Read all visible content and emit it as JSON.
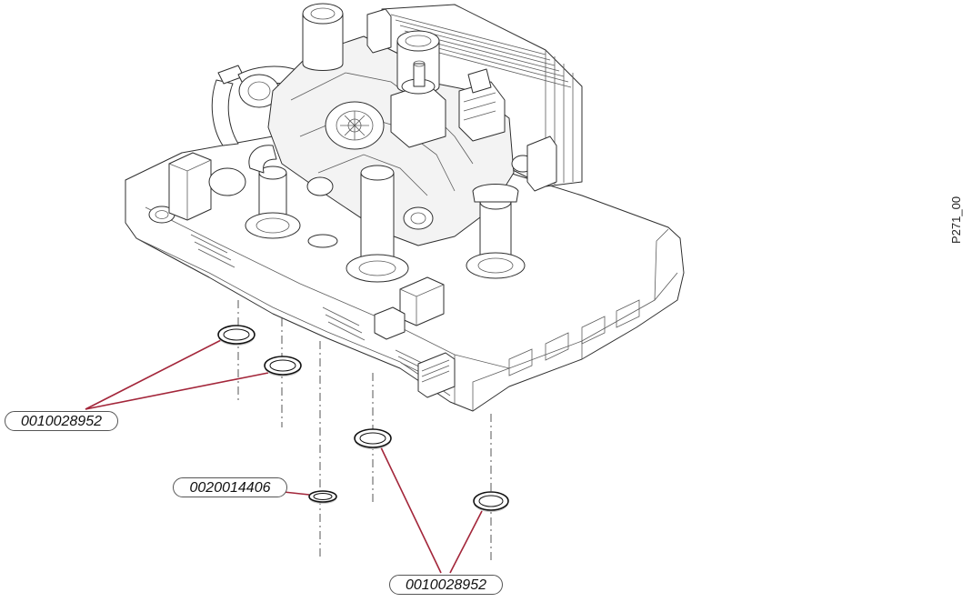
{
  "figure_id": "P271_00",
  "callouts": [
    {
      "part_number": "0010028952"
    },
    {
      "part_number": "0020014406"
    },
    {
      "part_number": "0010028952"
    }
  ],
  "colors": {
    "leader_line": "#a3263a",
    "outline": "#2f2f2f",
    "background": "#ffffff"
  }
}
